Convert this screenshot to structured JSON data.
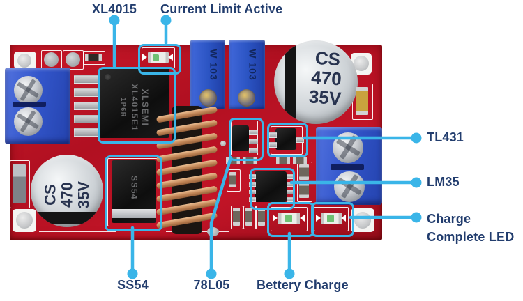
{
  "labels": {
    "xl4015": "XL4015",
    "current_limit_active": "Current Limit Active",
    "tl431": "TL431",
    "lm35": "LM35",
    "charge_complete_1": "Charge",
    "charge_complete_2": "Complete LED",
    "ss54": "SS54",
    "reg78l05": "78L05",
    "bettery_charge": "Bettery Charge"
  },
  "board_markings": {
    "cap_top_right": {
      "line1": "CS",
      "line2": "470",
      "line3": "35V"
    },
    "cap_bottom_left": {
      "line1": "CS",
      "line2": "470",
      "line3": "35V"
    },
    "trimpot_1": "W 103",
    "trimpot_2": "W 103",
    "main_ic": {
      "line1": "XLSEMI",
      "line2": "XL4015E1",
      "line3": "1P6R"
    },
    "diode": "SS54"
  },
  "colors": {
    "annotation_accent": "#3ab5e8",
    "label_text": "#223d6e",
    "pcb_red": "#bf1323",
    "terminal_blue": "#3356cb",
    "trimpot_blue": "#2c55c4",
    "copper_coil": "#c08455"
  }
}
